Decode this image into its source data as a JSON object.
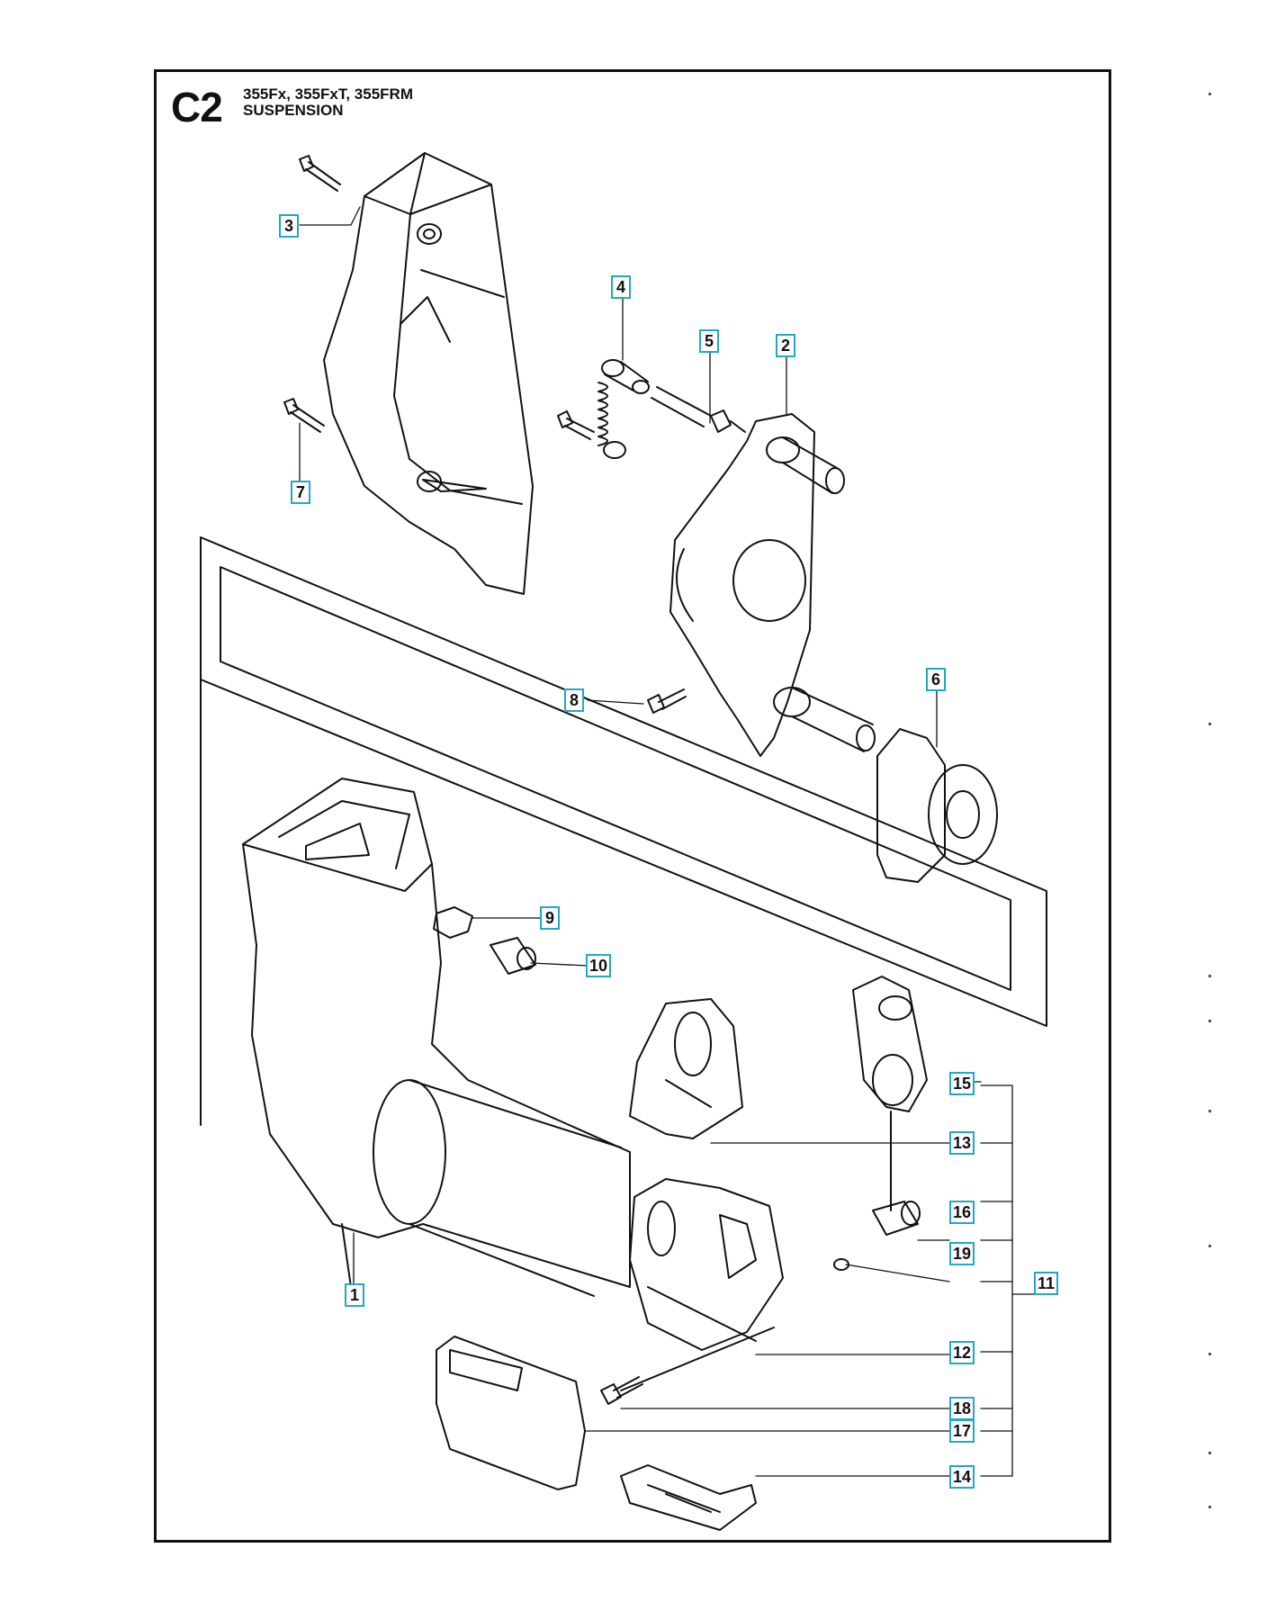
{
  "header": {
    "code": "C2",
    "models": "355Fx, 355FxT, 355FRM",
    "title": "SUSPENSION"
  },
  "callouts": [
    "1",
    "2",
    "3",
    "4",
    "5",
    "6",
    "7",
    "8",
    "9",
    "10",
    "11",
    "12",
    "13",
    "14",
    "15",
    "16",
    "17",
    "18",
    "19"
  ],
  "colors": {
    "callout_border": "#22a6c9",
    "line": "#111111"
  }
}
